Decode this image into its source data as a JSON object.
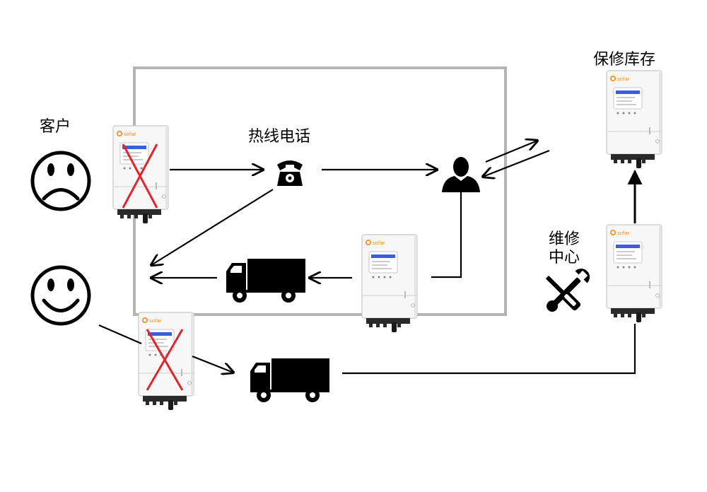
{
  "labels": {
    "customer": "客户",
    "hotline": "热线电话",
    "warranty_stock": "保修库存",
    "repair_center_line1": "维修",
    "repair_center_line2": "中心"
  },
  "device": {
    "brand_text": "sofar"
  },
  "colors": {
    "frame": "#b4b4b4",
    "cross": "#e0262b",
    "line": "#000000",
    "screen": "#3b5fd6"
  },
  "icons": {
    "sad_face": "sad-face-icon",
    "happy_face": "happy-face-icon",
    "phone": "telephone-icon",
    "agent": "person-icon",
    "truck": "truck-icon",
    "tools": "wrench-screwdriver-icon"
  }
}
